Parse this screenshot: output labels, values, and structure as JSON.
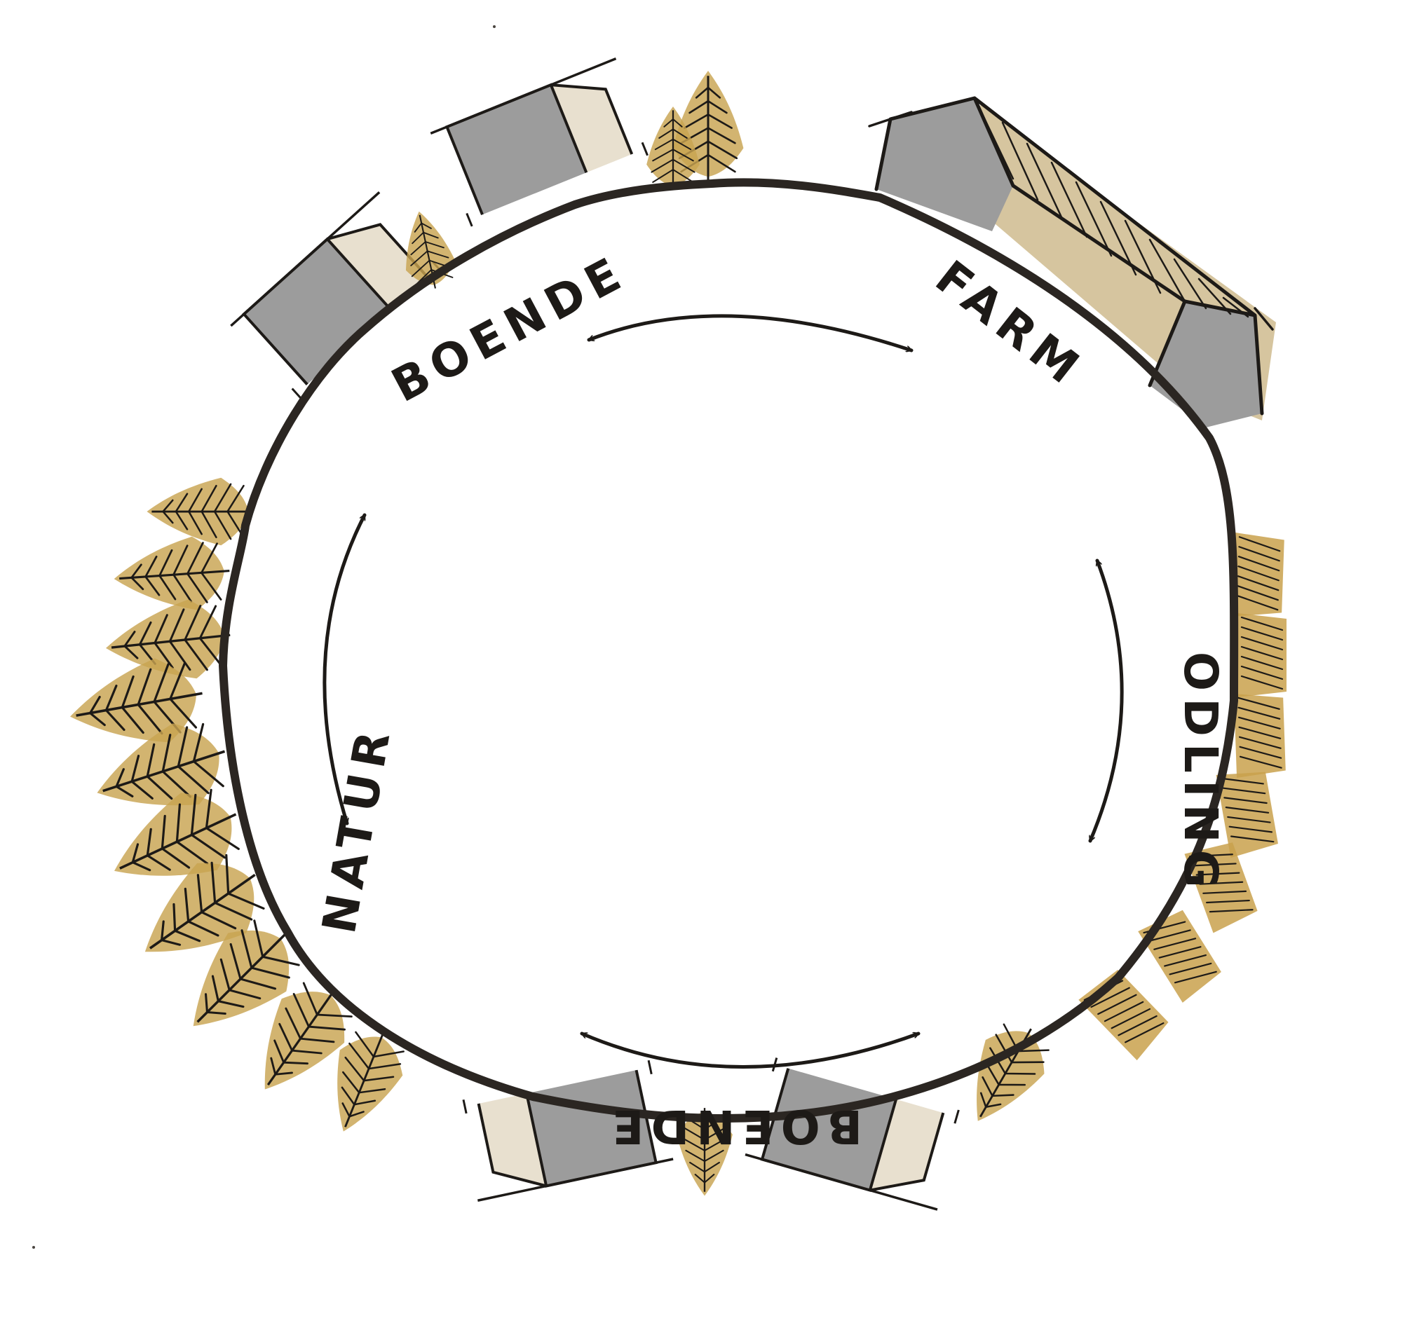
{
  "labels": {
    "top_left": "BOENDE",
    "top_right": "FARM",
    "right": "ODLING",
    "bottom": "BOENDE",
    "left": "NATUR"
  },
  "colors": {
    "ink": "#1d1a17",
    "house_wall": "#9c9c9c",
    "house_gable": "#e8e0cf",
    "tree_ochre": "#c8a450",
    "field_ochre": "#c9a14c",
    "barn_sand": "#d2bf95"
  },
  "icons": [
    "house-icon",
    "barn-icon",
    "tree-icon",
    "field-icon",
    "double-arrow-icon"
  ]
}
